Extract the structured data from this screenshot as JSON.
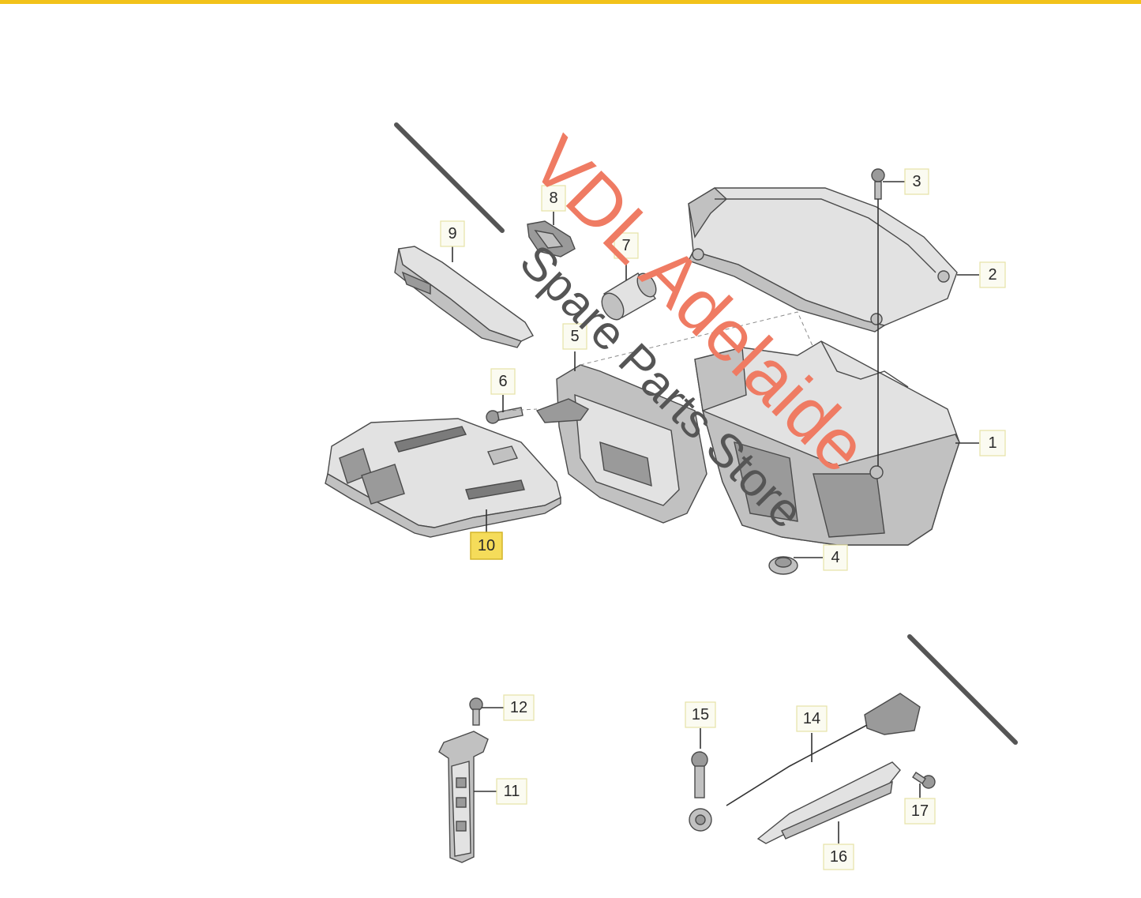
{
  "accent_color": "#f2c21a",
  "watermark": {
    "title": "VDL Adelaide",
    "subtitle": "Spare Parts Store",
    "title_color": "#ef7b63",
    "subtitle_color": "#555555"
  },
  "callouts": [
    {
      "number": "1",
      "highlighted": false
    },
    {
      "number": "2",
      "highlighted": false
    },
    {
      "number": "3",
      "highlighted": false
    },
    {
      "number": "4",
      "highlighted": false
    },
    {
      "number": "5",
      "highlighted": false
    },
    {
      "number": "6",
      "highlighted": false
    },
    {
      "number": "7",
      "highlighted": false
    },
    {
      "number": "8",
      "highlighted": false
    },
    {
      "number": "9",
      "highlighted": false
    },
    {
      "number": "10",
      "highlighted": true
    },
    {
      "number": "11",
      "highlighted": false
    },
    {
      "number": "12",
      "highlighted": false
    },
    {
      "number": "14",
      "highlighted": false
    },
    {
      "number": "15",
      "highlighted": false
    },
    {
      "number": "16",
      "highlighted": false
    },
    {
      "number": "17",
      "highlighted": false
    }
  ]
}
